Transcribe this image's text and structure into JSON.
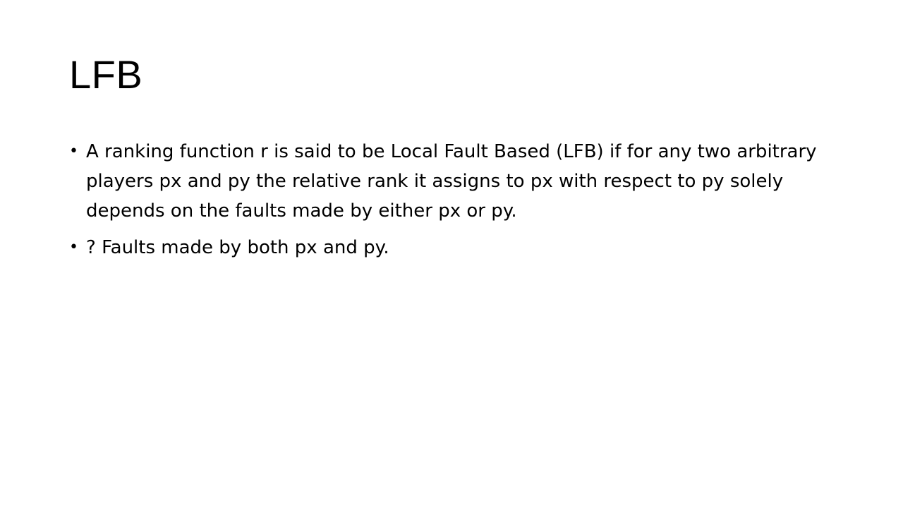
{
  "slide": {
    "title": "LFB",
    "bullet_marker": "•",
    "bullets": [
      "A ranking function r is said to be Local Fault Based (LFB) if for any two arbitrary players px and py the relative rank it assigns to px with respect to py solely depends on the faults made by either px or py.",
      "? Faults made by both px and py."
    ]
  }
}
